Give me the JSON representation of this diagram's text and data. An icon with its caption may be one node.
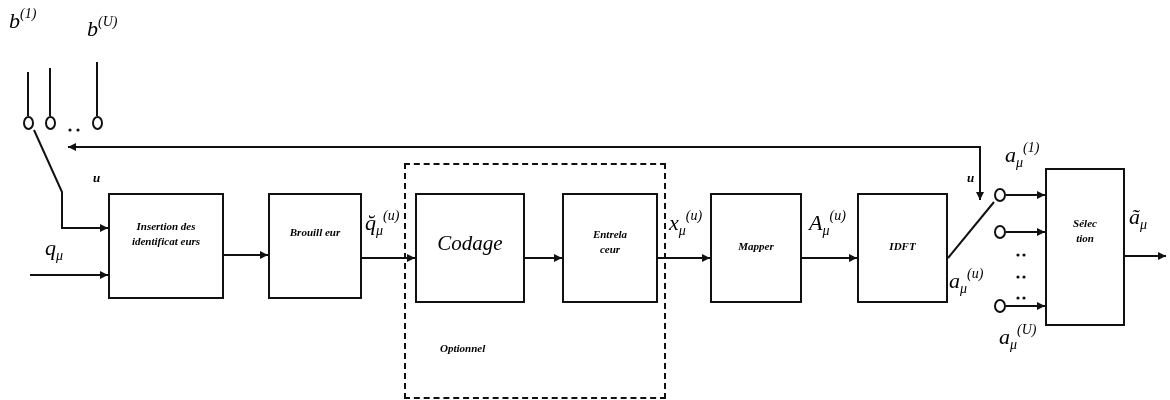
{
  "diagram": {
    "nodes": [
      {
        "text": [
          "Insertion des identificat eurs"
        ]
      },
      {
        "text": [
          "Brouill eur"
        ]
      },
      {
        "text": [
          "Optionnel"
        ]
      },
      {
        "text": [
          "Codage"
        ],
        "in": 2
      },
      {
        "text": [
          "Entrela ceur"
        ],
        "in": 2
      },
      {
        "text": [
          "Mapper"
        ]
      },
      {
        "text": [
          "IDFT"
        ]
      },
      {
        "text": [
          "Sélec tion"
        ]
      },
      {
        "text": [],
        "shape": "circle"
      },
      {
        "text": [],
        "shape": "circle"
      },
      {
        "text": [],
        "shape": "circle"
      },
      {
        "text": [],
        "shape": "circle"
      },
      {
        "text": [],
        "shape": "circle"
      },
      {
        "text": [],
        "shape": "circle"
      }
    ],
    "edges": [
      {
        "from": null,
        "to": 8,
        "arrow": "none"
      },
      {
        "from": null,
        "to": 9,
        "arrow": "none"
      },
      {
        "from": null,
        "to": 10,
        "arrow": "none"
      },
      {
        "from": 8,
        "to": 0,
        "arrow": "to"
      },
      {
        "from": null,
        "to": 0,
        "arrow": "to",
        "label": "q$_{μ}$"
      },
      {
        "from": 0,
        "to": 1,
        "arrow": "to"
      },
      {
        "from": 1,
        "to": 3,
        "arrow": "to",
        "label": "q̆$_{μ}$$^{(u)}$"
      },
      {
        "from": 3,
        "to": 4,
        "arrow": "to"
      },
      {
        "from": 4,
        "to": 5,
        "arrow": "to",
        "label": "x$_{μ}$$^{(u)}$"
      },
      {
        "from": 5,
        "to": 6,
        "arrow": "to",
        "label": "A$_{μ}$$^{(u)}$"
      },
      {
        "from": 6,
        "to": 11,
        "arrow": "none",
        "label": "a$_{μ}$$^{(u)}$"
      },
      {
        "from": 11,
        "to": 7,
        "arrow": "to"
      },
      {
        "from": 12,
        "to": 7,
        "arrow": "to"
      },
      {
        "from": 13,
        "to": 7,
        "arrow": "to"
      },
      {
        "from": 7,
        "to": null,
        "arrow": "to",
        "label": "ã$_{μ}$"
      },
      {
        "from": 9,
        "to": 11,
        "arrow": "both"
      }
    ],
    "labels": [
      "b$^{(1)}$",
      "b$^{(U)}$",
      "u",
      "u",
      "a$_{μ}$$^{(1)}$",
      "a$_{μ}$$^{(U)}$"
    ]
  }
}
